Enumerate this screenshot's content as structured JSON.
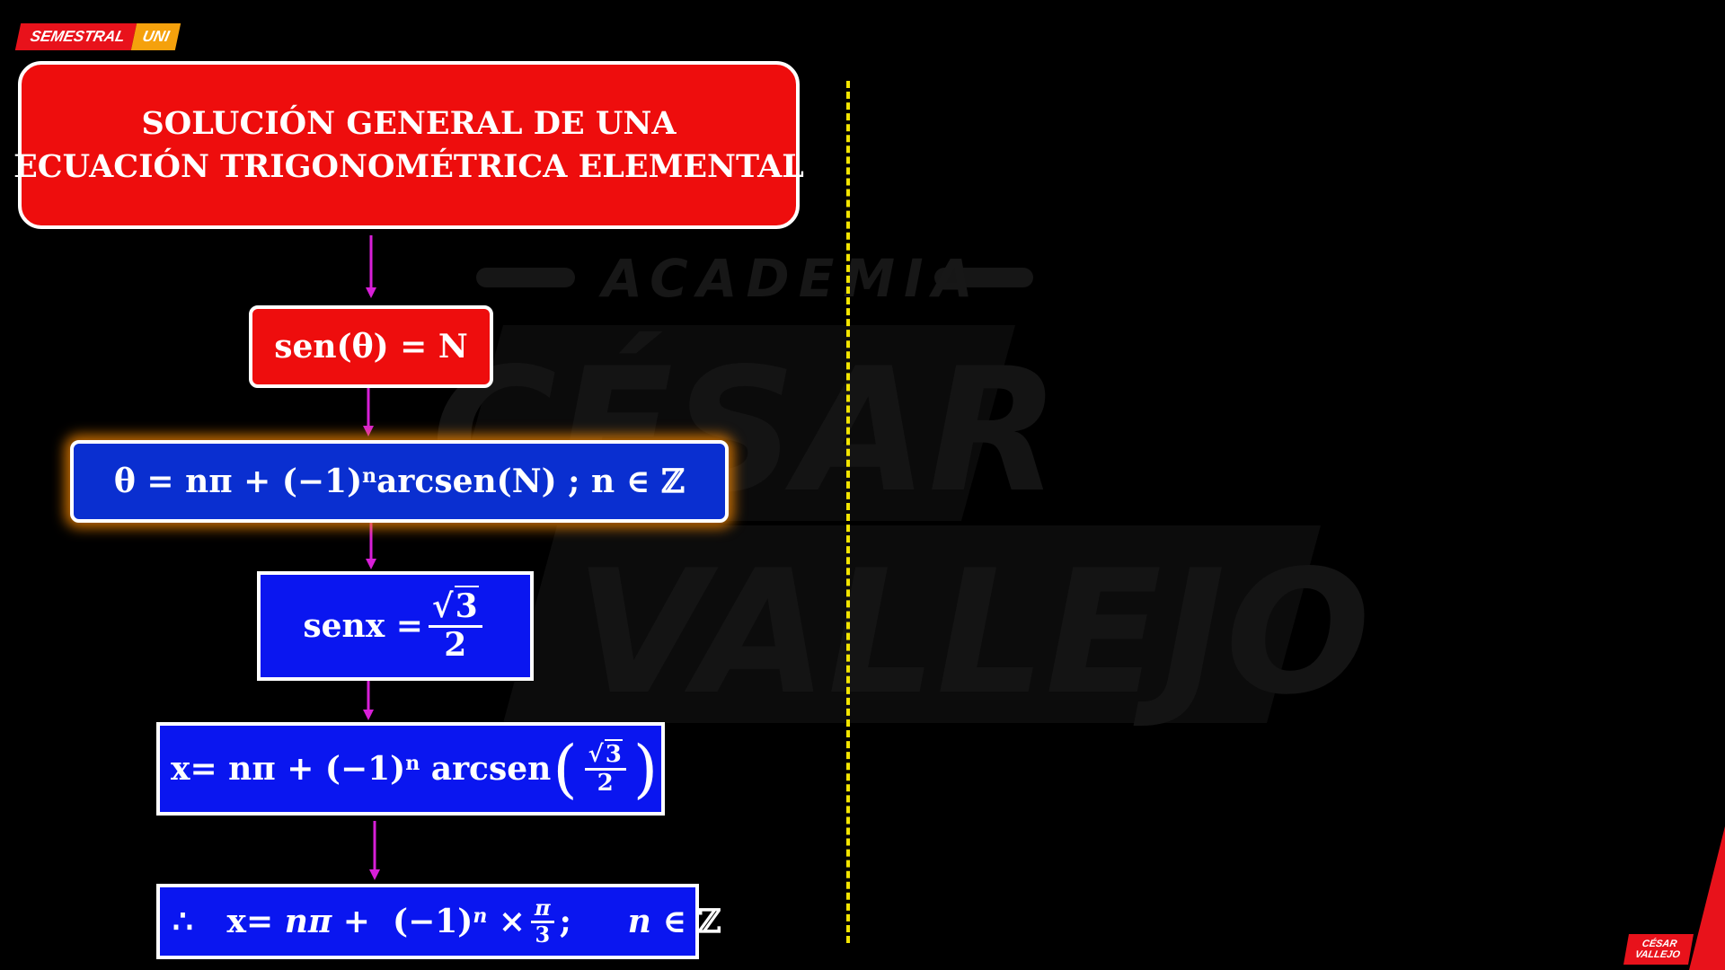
{
  "tag": {
    "left": "SEMESTRAL",
    "right": "UNI"
  },
  "watermark": {
    "line1": "ACADEMIA",
    "line2": "CÉSAR",
    "line3": "VALLEJO"
  },
  "title": {
    "line1": "SOLUCIÓN GENERAL DE UNA",
    "line2": "ECUACIÓN TRIGONOMÉTRICA ELEMENTAL"
  },
  "equations": {
    "basic": "sen(θ) = N",
    "general": {
      "part1": "θ = nπ + (−1)",
      "exp": "n",
      "part2": "arcsen(N) ;  n ∈ ℤ"
    },
    "example": {
      "lhs": "senx =",
      "num_sqrt": "√",
      "num_rad": "3",
      "den": "2"
    },
    "substitution": {
      "part1": "x= nπ + (−1)",
      "exp": "n",
      "part2": "arcsen",
      "open": "(",
      "num_sqrt": "√",
      "num_rad": "3",
      "den": "2",
      "close": ")"
    },
    "result": {
      "therefore": "∴",
      "part1": "x=",
      "npi": "nπ",
      "plus": "+",
      "part2": "(−1)",
      "exp": "n",
      "times": "×",
      "num": "π",
      "den": "3",
      "semicolon": ";",
      "n": "n",
      "member": "∈ ℤ"
    }
  },
  "logo": {
    "line1": "CÉSAR",
    "line2": "VALLEJO"
  },
  "colors": {
    "red_box": "#ee0d0d",
    "blue_box": "#0a16f0",
    "arrow": "#d81fd8",
    "divider": "#f3e500",
    "glow": "#ff8c00"
  }
}
